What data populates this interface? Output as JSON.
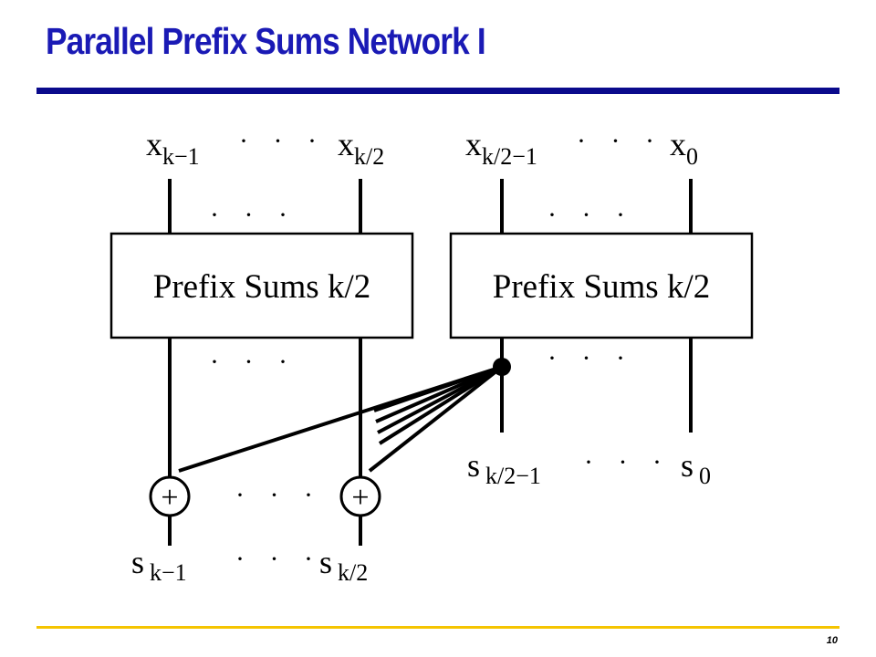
{
  "slide": {
    "title": "Parallel Prefix Sums Network I",
    "page_number": "10"
  },
  "colors": {
    "title": "#1a1ab5",
    "title_rule": "#0a0a8c",
    "footer_rule": "#f5c400",
    "ink": "#000000"
  },
  "diagram": {
    "inputs": [
      {
        "base": "x",
        "sub": "k−1"
      },
      {
        "base": "x",
        "sub": "k/2"
      },
      {
        "base": "x",
        "sub": "k/2−1"
      },
      {
        "base": "x",
        "sub": "0"
      }
    ],
    "blocks": [
      {
        "label": "Prefix Sums k/2"
      },
      {
        "label": "Prefix Sums k/2"
      }
    ],
    "outputs_right": [
      {
        "base": "s",
        "sub": "k/2−1"
      },
      {
        "base": "s",
        "sub": "0"
      }
    ],
    "outputs_left": [
      {
        "base": "s",
        "sub": "k−1"
      },
      {
        "base": "s",
        "sub": "k/2"
      }
    ],
    "adder_symbol": "+",
    "ellipsis": "· · ·"
  }
}
